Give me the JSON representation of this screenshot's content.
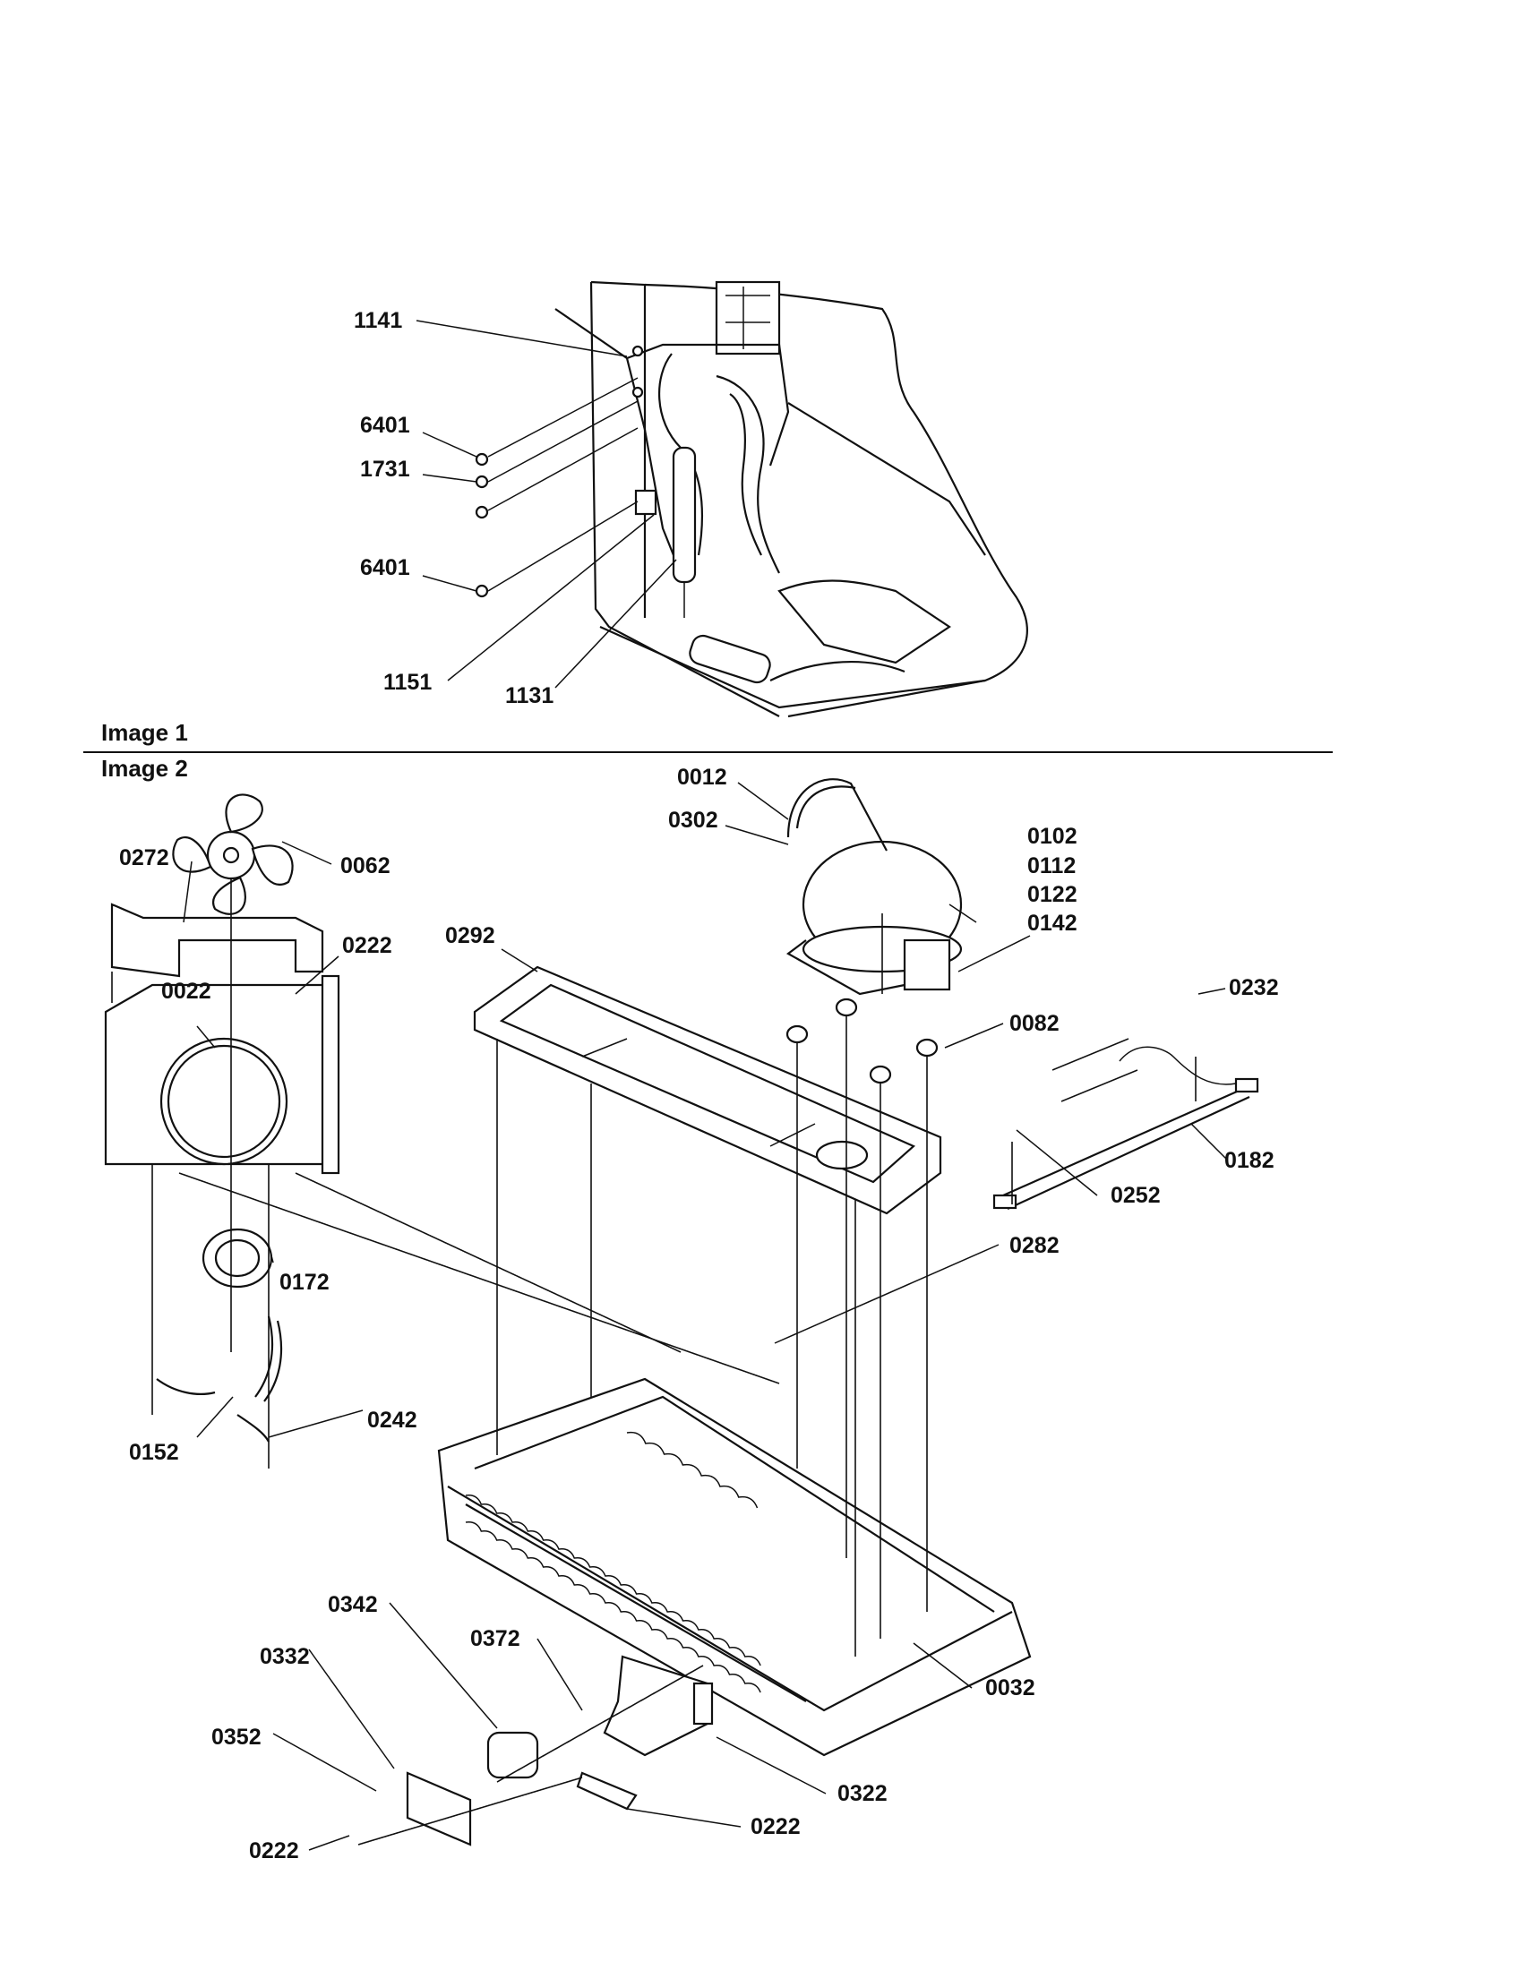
{
  "sections": [
    {
      "id": "image1",
      "label": "Image 1"
    },
    {
      "id": "image2",
      "label": "Image 2"
    }
  ],
  "callouts": {
    "c1141": "1141",
    "c6401a": "6401",
    "c1731": "1731",
    "c6401b": "6401",
    "c1151": "1151",
    "c1131": "1131",
    "c0012": "0012",
    "c0302": "0302",
    "c0102": "0102",
    "c0112": "0112",
    "c0122": "0122",
    "c0142": "0142",
    "c0272": "0272",
    "c0062": "0062",
    "c0222a": "0222",
    "c0022": "0022",
    "c0292": "0292",
    "c0082": "0082",
    "c0232": "0232",
    "c0182": "0182",
    "c0252": "0252",
    "c0172": "0172",
    "c0282": "0282",
    "c0152": "0152",
    "c0242": "0242",
    "c0342": "0342",
    "c0332": "0332",
    "c0372": "0372",
    "c0032": "0032",
    "c0352": "0352",
    "c0322": "0322",
    "c0222b": "0222",
    "c0222c": "0222"
  }
}
